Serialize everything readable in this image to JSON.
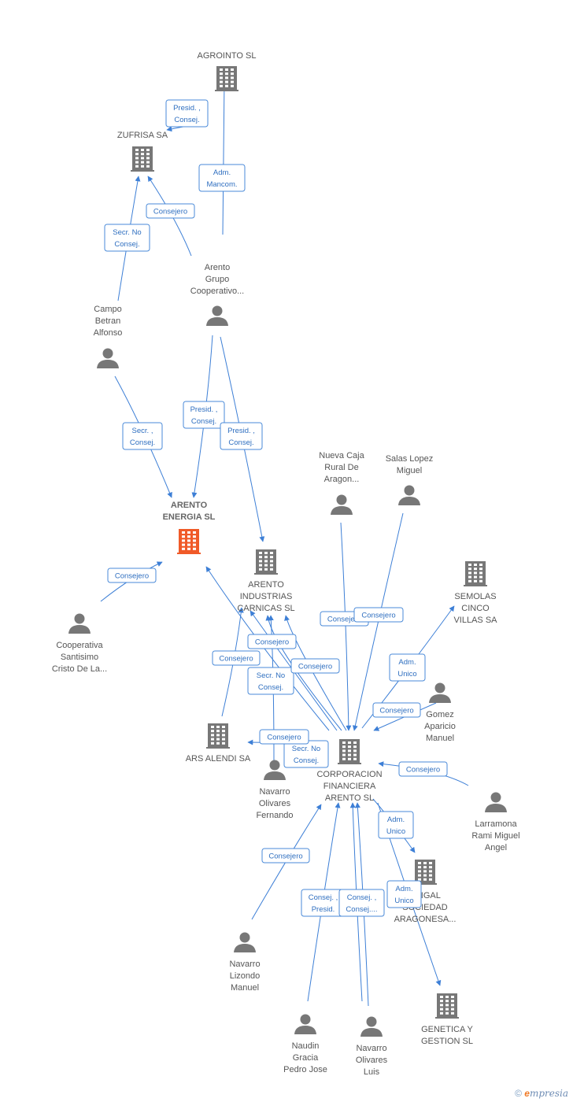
{
  "colors": {
    "building": "#777777",
    "focus": "#f05a28",
    "person": "#777777",
    "edge": "#3d7fd6",
    "label_border": "#4a8ad8",
    "label_text": "#2f6fc0"
  },
  "nodes": [
    {
      "id": "agrointo",
      "type": "company",
      "lines": [
        "AGROINTO SL"
      ]
    },
    {
      "id": "zufrisa",
      "type": "company",
      "lines": [
        "ZUFRISA SA"
      ]
    },
    {
      "id": "arento_grupo",
      "type": "person",
      "lines": [
        "Arento",
        "Grupo",
        "Cooperativo..."
      ]
    },
    {
      "id": "campo",
      "type": "person",
      "lines": [
        "Campo",
        "Betran",
        "Alfonso"
      ]
    },
    {
      "id": "arento_energia",
      "type": "focus",
      "lines": [
        "ARENTO",
        "ENERGIA SL"
      ]
    },
    {
      "id": "nueva_caja",
      "type": "person",
      "lines": [
        "Nueva Caja",
        "Rural De",
        "Aragon..."
      ]
    },
    {
      "id": "salas",
      "type": "person",
      "lines": [
        "Salas Lopez",
        "Miguel"
      ]
    },
    {
      "id": "arento_ind",
      "type": "company",
      "lines": [
        "ARENTO",
        "INDUSTRIAS",
        "CARNICAS SL"
      ]
    },
    {
      "id": "semolas",
      "type": "company",
      "lines": [
        "SEMOLAS",
        "CINCO",
        "VILLAS SA"
      ]
    },
    {
      "id": "cooperativa",
      "type": "person",
      "lines": [
        "Cooperativa",
        "Santisimo",
        "Cristo De La..."
      ]
    },
    {
      "id": "gomez",
      "type": "person",
      "lines": [
        "Gomez",
        "Aparicio",
        "Manuel"
      ]
    },
    {
      "id": "ars",
      "type": "company",
      "lines": [
        "ARS ALENDI SA"
      ]
    },
    {
      "id": "corp",
      "type": "company",
      "lines": [
        "CORPORACION",
        "FINANCIERA",
        "ARENTO SL"
      ]
    },
    {
      "id": "nav_fer",
      "type": "person",
      "lines": [
        "Navarro",
        "Olivares",
        "Fernando"
      ]
    },
    {
      "id": "larramona",
      "type": "person",
      "lines": [
        "Larramona",
        "Rami Miguel",
        "Angel"
      ]
    },
    {
      "id": "frigal",
      "type": "company",
      "lines": [
        "FRIGAL",
        "SOCIEDAD",
        "ARAGONESA..."
      ]
    },
    {
      "id": "nav_liz",
      "type": "person",
      "lines": [
        "Navarro",
        "Lizondo",
        "Manuel"
      ]
    },
    {
      "id": "genetica",
      "type": "company",
      "lines": [
        "GENETICA Y",
        "GESTION SL"
      ]
    },
    {
      "id": "naudin",
      "type": "person",
      "lines": [
        "Naudin",
        "Gracia",
        "Pedro Jose"
      ]
    },
    {
      "id": "nav_luis",
      "type": "person",
      "lines": [
        "Navarro",
        "Olivares",
        "Luis"
      ]
    }
  ],
  "relations": [
    {
      "lines": [
        "Presid. ,",
        "Consej."
      ]
    },
    {
      "lines": [
        "Adm.",
        "Mancom."
      ]
    },
    {
      "lines": [
        "Consejero"
      ]
    },
    {
      "lines": [
        "Secr.  No",
        "Consej."
      ]
    },
    {
      "lines": [
        "Secr. ,",
        "Consej."
      ]
    },
    {
      "lines": [
        "Presid. ,",
        "Consej."
      ]
    },
    {
      "lines": [
        "Presid. ,",
        "Consej."
      ]
    },
    {
      "lines": [
        "Consejero"
      ]
    },
    {
      "lines": [
        "Consejero"
      ]
    },
    {
      "lines": [
        "Consejero"
      ]
    },
    {
      "lines": [
        "Adm.",
        "Unico"
      ]
    },
    {
      "lines": [
        "Consejero"
      ]
    },
    {
      "lines": [
        "Consejero"
      ]
    },
    {
      "lines": [
        "Consejero"
      ]
    },
    {
      "lines": [
        "Secr.  No",
        "Consej."
      ]
    },
    {
      "lines": [
        "Consejero"
      ]
    },
    {
      "lines": [
        "Consejero"
      ]
    },
    {
      "lines": [
        "Secr.  No",
        "Consej."
      ]
    },
    {
      "lines": [
        "Consejero"
      ]
    },
    {
      "lines": [
        "Adm.",
        "Unico"
      ]
    },
    {
      "lines": [
        "Consejero"
      ]
    },
    {
      "lines": [
        "Consej. ,",
        "Presid."
      ]
    },
    {
      "lines": [
        "Consej. ,",
        "Consej...."
      ]
    },
    {
      "lines": [
        "Adm.",
        "Unico"
      ]
    }
  ],
  "footer": {
    "copyright": "©",
    "brand_initial": "e",
    "brand_rest": "mpresia"
  }
}
